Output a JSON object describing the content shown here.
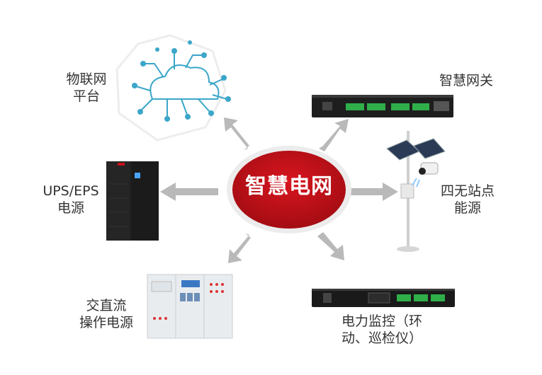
{
  "hub": {
    "label": "智慧电网",
    "fill": "#c8101a",
    "stroke": "#e8e8e8"
  },
  "arrow_color": "#b9b9b9",
  "nodes": [
    {
      "id": "iot",
      "lines": [
        "物联网",
        "平台"
      ],
      "icon": "cloud-network-icon"
    },
    {
      "id": "gateway",
      "lines": [
        "智慧网关"
      ],
      "icon": "gateway-device-icon"
    },
    {
      "id": "ups",
      "lines": [
        "UPS/EPS",
        "电源"
      ],
      "icon": "ups-cabinet-icon"
    },
    {
      "id": "offgrid",
      "lines": [
        "四无站点",
        "能源"
      ],
      "icon": "solar-pole-icon"
    },
    {
      "id": "acdc",
      "lines": [
        "交直流",
        "操作电源"
      ],
      "icon": "power-cabinet-icon"
    },
    {
      "id": "monitor",
      "lines": [
        "电力监控（环",
        "动、巡检仪）"
      ],
      "icon": "monitor-device-icon"
    }
  ]
}
